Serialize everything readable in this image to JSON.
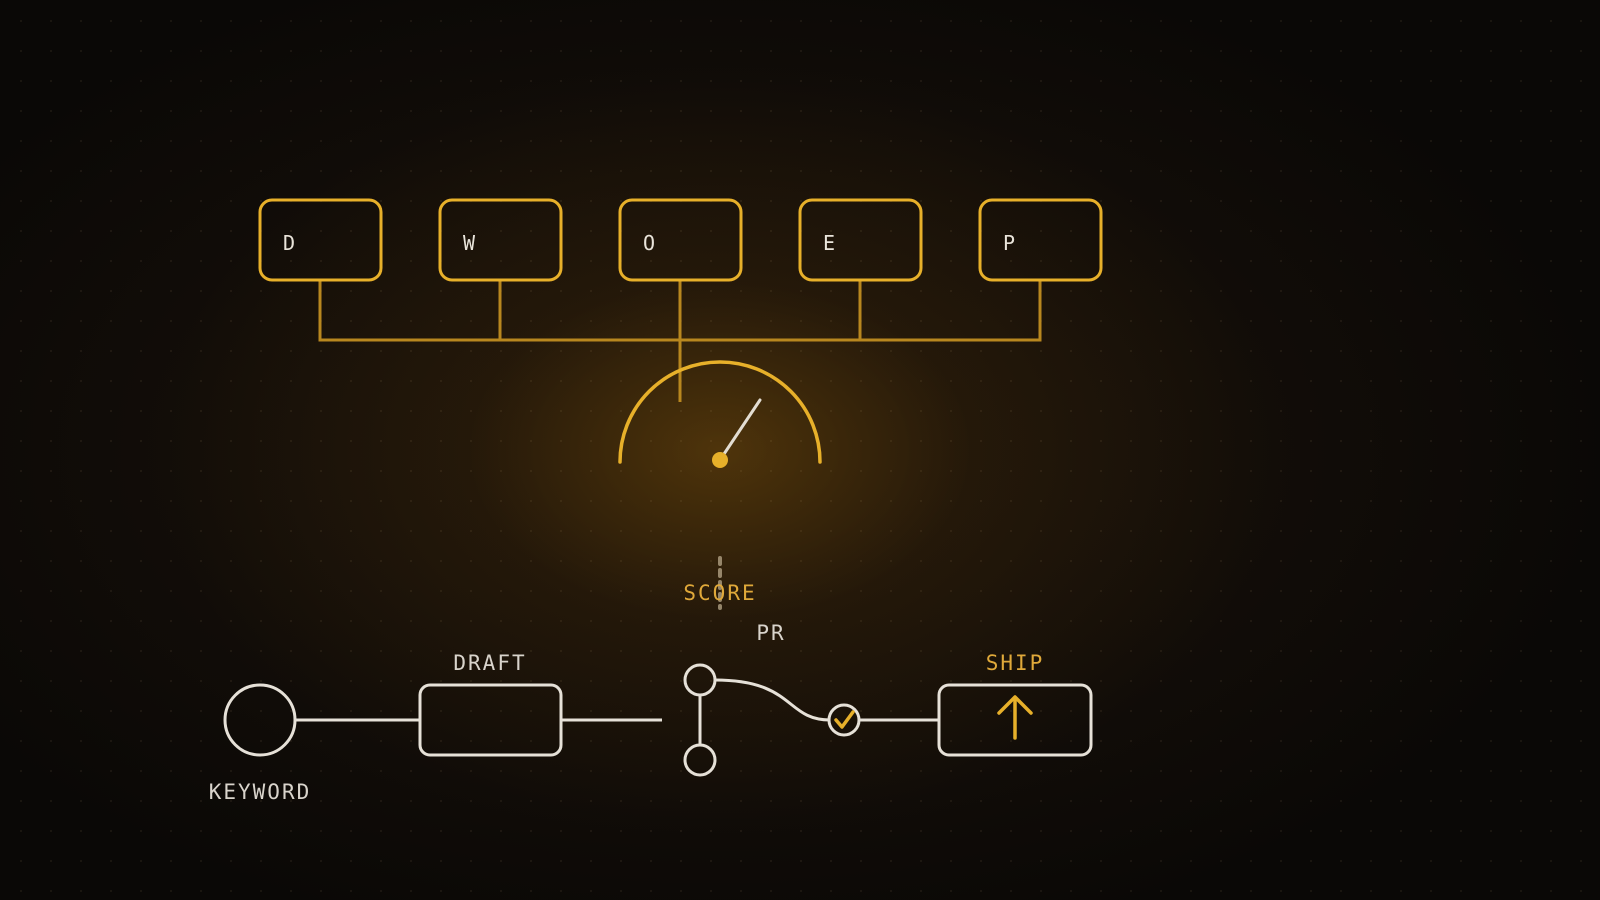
{
  "colors": {
    "accent": "#e7b02a",
    "accent_dim": "#b8871f",
    "line_light": "#e6e1d8",
    "text_light": "#d9d4cc",
    "background": "#0b0906"
  },
  "keys": [
    {
      "letter": "D"
    },
    {
      "letter": "W"
    },
    {
      "letter": "O"
    },
    {
      "letter": "E"
    },
    {
      "letter": "P"
    }
  ],
  "gauge": {
    "label": "SCORE",
    "icon": "gauge-icon"
  },
  "pipeline": {
    "keyword_label": "KEYWORD",
    "draft_label": "DRAFT",
    "pr_label": "PR",
    "ship_label": "SHIP",
    "icons": {
      "keyword": "circle-icon",
      "pr": "git-branch-icon",
      "merged": "check-icon",
      "ship": "arrow-up-icon"
    }
  }
}
